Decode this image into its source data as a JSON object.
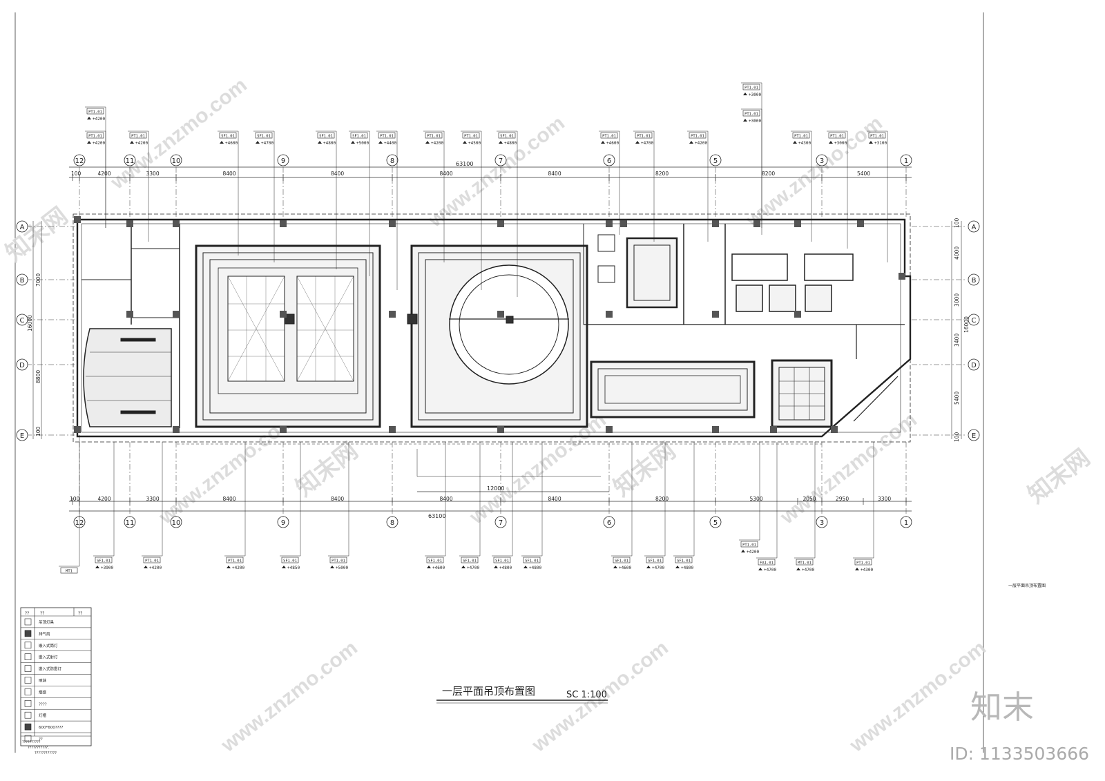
{
  "title": "一层平面吊顶布置图",
  "scale": "SC 1:100",
  "side_caption": "一层平面吊顶布置图",
  "brand_mark": "知末",
  "id_label": "ID: 1133503666",
  "watermark_text": "www.znzmo.com",
  "watermark_brand": "知末网",
  "overall_dimension": "63100",
  "top_axes": [
    "12",
    "11",
    "10",
    "9",
    "8",
    "7",
    "6",
    "5",
    "3",
    "1"
  ],
  "top_spans": [
    "100",
    "4200",
    "3300",
    "8400",
    "8400",
    "8400",
    "8400",
    "8200",
    "8200",
    "5400"
  ],
  "bottom_axes": [
    "12",
    "11",
    "10",
    "9",
    "8",
    "7",
    "6",
    "5",
    "3",
    "1"
  ],
  "bottom_spans": [
    "100",
    "4200",
    "3300",
    "8400",
    "8400",
    "8400",
    "8400",
    "8200",
    "5300",
    "2050",
    "2950",
    "3300"
  ],
  "bottom_sub_dim": "12000",
  "row_axes": [
    "A",
    "B",
    "C",
    "D",
    "E"
  ],
  "left_dims": [
    "7000",
    "16000",
    "8800",
    "100"
  ],
  "right_dims": [
    "100",
    "4000",
    "3000",
    "16000",
    "3400",
    "5400",
    "100"
  ],
  "top_tags": [
    {
      "code": "PT1.01",
      "level": "+4200"
    },
    {
      "code": "PT1.01",
      "level": "+4200"
    },
    {
      "code": "PT1.01",
      "level": "+4200"
    },
    {
      "code": "SF1.01",
      "level": "+4600"
    },
    {
      "code": "SF1.01",
      "level": "+4700"
    },
    {
      "code": "SF1.01",
      "level": "+4800"
    },
    {
      "code": "SF1.01",
      "level": "+5000"
    },
    {
      "code": "PT1.01",
      "level": "+4400"
    },
    {
      "code": "PT1.01",
      "level": "+4200"
    },
    {
      "code": "PT1.01",
      "level": "+4500"
    },
    {
      "code": "SF1.01",
      "level": "+4800"
    },
    {
      "code": "PT1.01",
      "level": "+4600"
    },
    {
      "code": "PT1.01",
      "level": "+4700"
    },
    {
      "code": "PT1.01",
      "level": "+4200"
    },
    {
      "code": "PT1.01",
      "level": "+3000"
    },
    {
      "code": "PT1.01",
      "level": "+3000"
    },
    {
      "code": "PT1.01",
      "level": "+4300"
    },
    {
      "code": "PT1.01",
      "level": "+3000"
    },
    {
      "code": "PT1.01",
      "level": "+3100"
    }
  ],
  "bottom_tags": [
    {
      "code": "MT1",
      "level": ""
    },
    {
      "code": "SF1.01",
      "level": "+3900"
    },
    {
      "code": "PT1.01",
      "level": "+4200"
    },
    {
      "code": "PT1.01",
      "level": "+4200"
    },
    {
      "code": "SF1.01",
      "level": "+4850"
    },
    {
      "code": "PT1.01",
      "level": "+5000"
    },
    {
      "code": "SF1.01",
      "level": "+4600"
    },
    {
      "code": "SF1.01",
      "level": "+4700"
    },
    {
      "code": "SF1.01",
      "level": "+4800"
    },
    {
      "code": "SF1.01",
      "level": "+4800"
    },
    {
      "code": "SF1.01",
      "level": "+4600"
    },
    {
      "code": "SF1.01",
      "level": "+4700"
    },
    {
      "code": "SF1.01",
      "level": "+4800"
    },
    {
      "code": "PT1.01",
      "level": "+4200"
    },
    {
      "code": "FA1.01",
      "level": "+4700"
    },
    {
      "code": "MT1.01",
      "level": "+4700"
    },
    {
      "code": "PT1.01",
      "level": "+4300"
    }
  ],
  "legend": {
    "header": [
      "??",
      "??",
      "??"
    ],
    "rows": [
      "吊顶灯具",
      "排气扇",
      "嵌入式筒灯",
      "嵌入式射灯",
      "嵌入式防雾灯",
      "喷淋",
      "烟感",
      "????",
      "灯槽",
      "600*600????",
      "??"
    ],
    "notes": [
      "??????????",
      "???????????.",
      "????????????"
    ]
  }
}
